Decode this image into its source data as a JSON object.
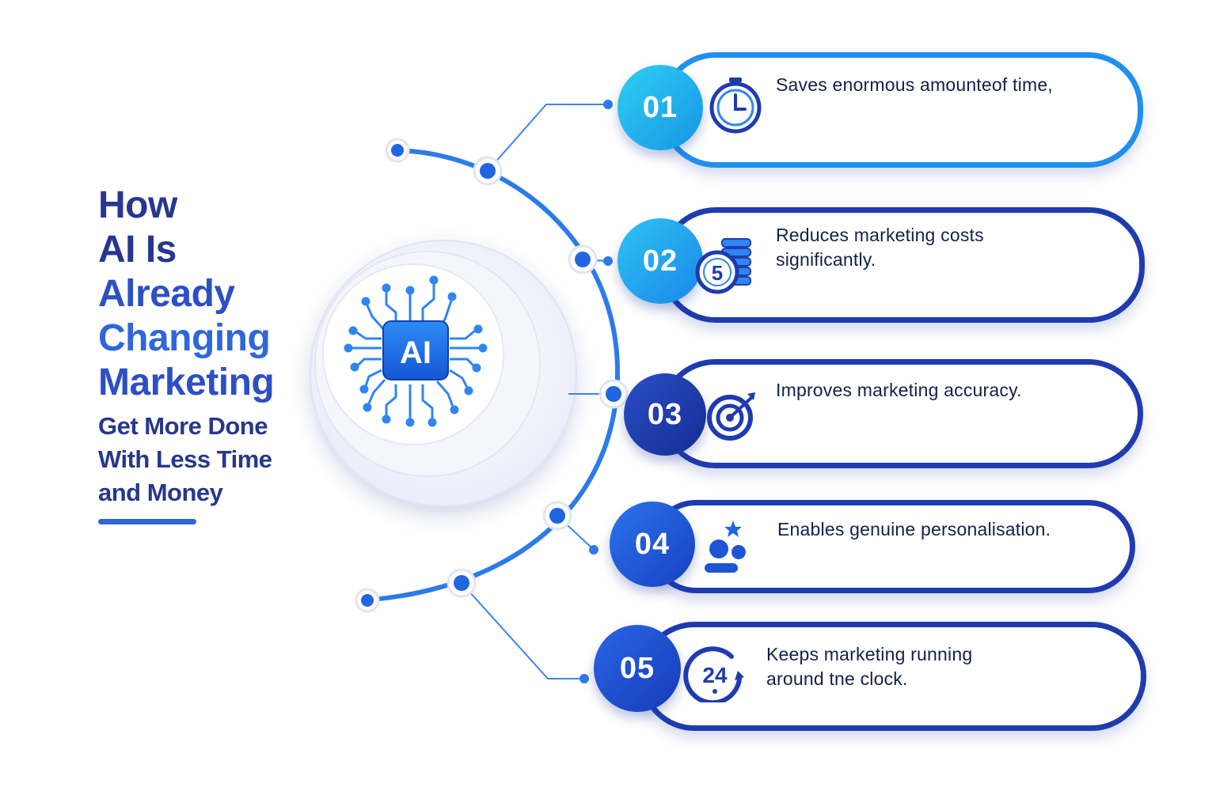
{
  "title": {
    "lines": [
      "How",
      "AI Is",
      "Already",
      "Changing",
      "Marketing"
    ],
    "subtitle_lines": [
      "Get More Done",
      "With Less Time",
      "and Money"
    ]
  },
  "hub": {
    "label": "AI"
  },
  "items": [
    {
      "number": "01",
      "text": "Saves enormous amounteof time,",
      "icon": "stopwatch-icon",
      "badge_color": "#1aa6ea",
      "border_color": "#1f8ff0"
    },
    {
      "number": "02",
      "text": "Reduces marketing costs\nsignificantly.",
      "icon": "coin-stack-icon",
      "badge_color": "#1d8ff0",
      "border_color": "#1f3bb0"
    },
    {
      "number": "03",
      "text": "Improves marketing accuracy.",
      "icon": "target-icon",
      "badge_color": "#1e36a8",
      "border_color": "#1f3bb0"
    },
    {
      "number": "04",
      "text": "Enables genuine personalisation.",
      "icon": "user-star-icon",
      "badge_color": "#1f55d4",
      "border_color": "#1f3bb0"
    },
    {
      "number": "05",
      "text": "Keeps marketing running\naround tne clock.",
      "icon": "clock-24-icon",
      "badge_color": "#1d47c8",
      "badge_label": "24",
      "border_color": "#1f3bb0"
    }
  ],
  "colors": {
    "title_dark": "#27378f",
    "accent_blue": "#2f64e0",
    "connector": "#2b7cea",
    "card_border": "#1f3bb0"
  }
}
